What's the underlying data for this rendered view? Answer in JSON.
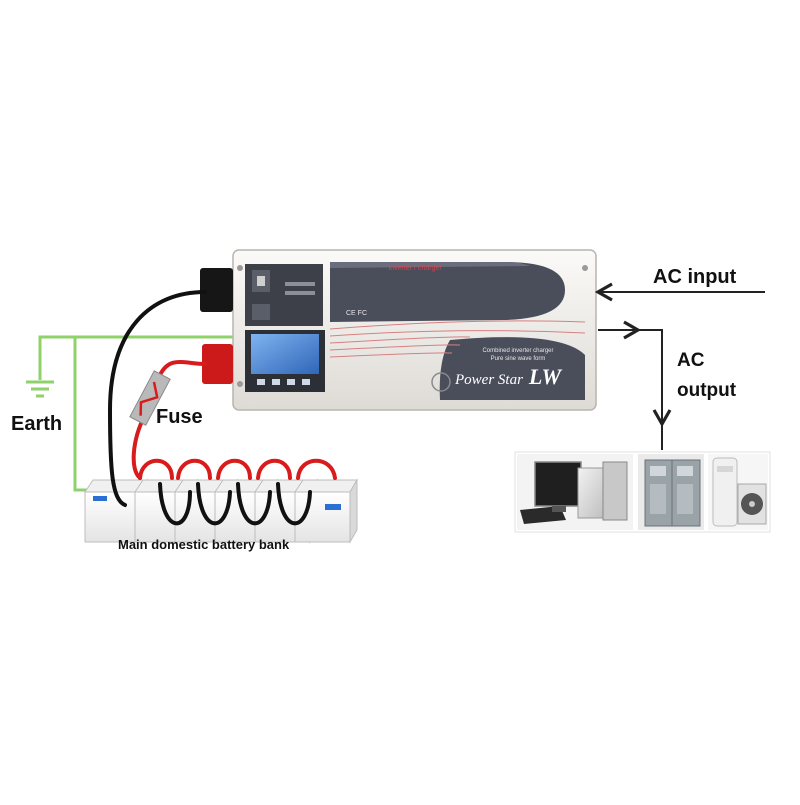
{
  "labels": {
    "ac_input": "AC input",
    "ac_output": "AC\noutput",
    "earth": "Earth",
    "fuse": "Fuse",
    "battery_bank": "Main domestic battery bank"
  },
  "inverter": {
    "brand": "Power Star",
    "model": "LW",
    "tagline_1": "Combined inverter charger",
    "tagline_2": "Pure sine wave form",
    "header_text": "Inverter / charger",
    "cert_text": "CE FC"
  },
  "icons": {
    "inverter": "inverter-charger-icon",
    "lcd": "lcd-display-icon",
    "battery": "battery-icon",
    "fuse": "fuse-icon",
    "earth": "earth-ground-icon",
    "computer": "computer-load-icon",
    "cabinet": "electrical-cabinet-load-icon",
    "air_conditioner": "air-conditioner-load-icon"
  },
  "colors": {
    "earth_wire": "#8fd16a",
    "positive_wire": "#d81b1b",
    "negative_wire": "#111111",
    "ac_line": "#222222",
    "inverter_body": "#f1efec",
    "inverter_panel": "#4a4d5a",
    "lcd": "#3c78c8"
  }
}
